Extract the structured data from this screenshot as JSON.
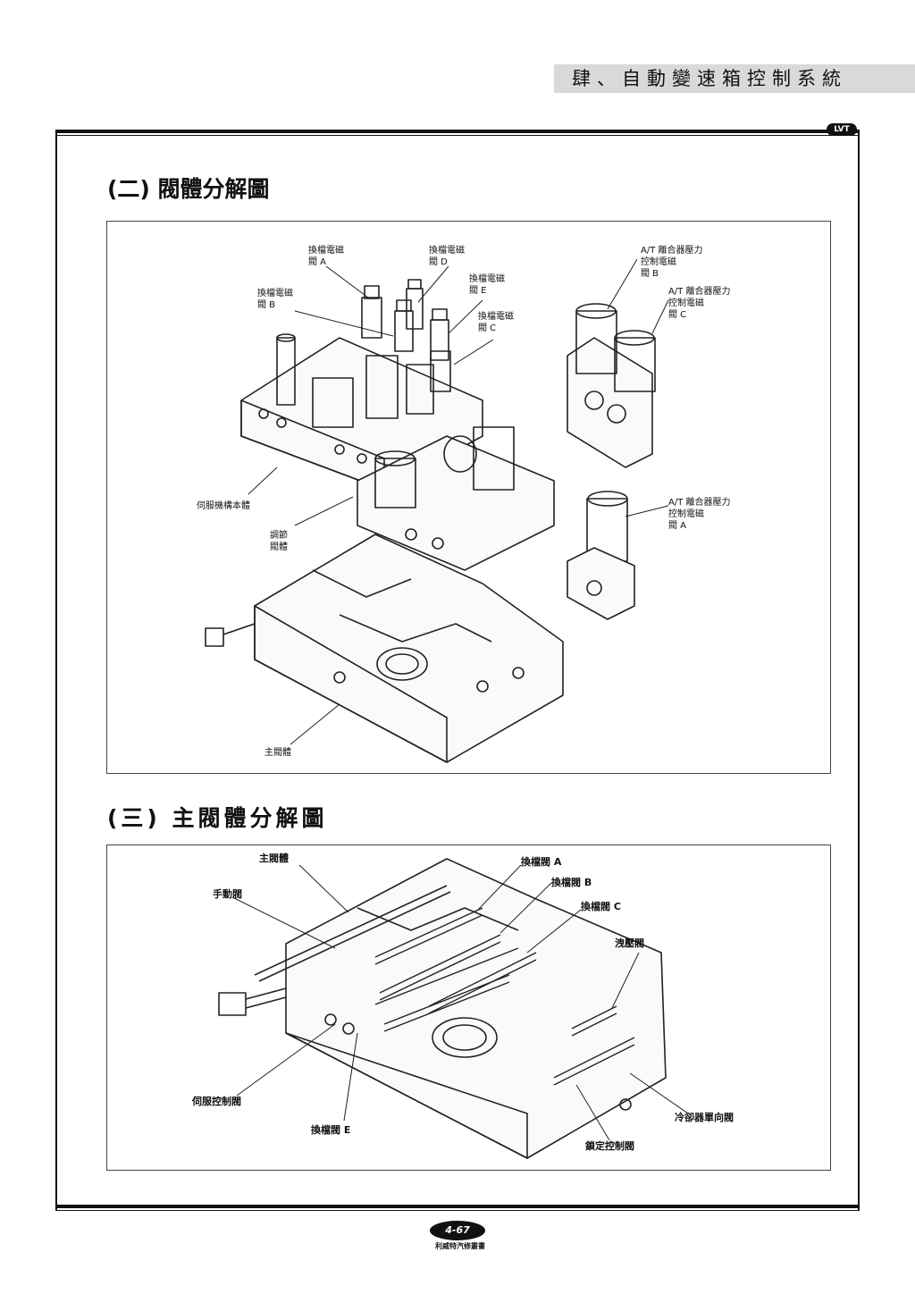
{
  "header": {
    "chapter_title": "肆、自動變速箱控制系統",
    "badge": "LVT"
  },
  "section1": {
    "title": "(二)  閥體分解圖",
    "labels": {
      "shift_a": "換檔電磁\n閥 A",
      "shift_d": "換檔電磁\n閥 D",
      "shift_e": "換檔電磁\n閥 E",
      "shift_b": "換檔電磁\n閥 B",
      "shift_c": "換檔電磁\n閥 C",
      "at_b": "A/T 離合器壓力\n控制電磁\n閥 B",
      "at_c": "A/T 離合器壓力\n控制電磁\n閥 C",
      "at_a": "A/T 離合器壓力\n控制電磁\n閥 A",
      "servo_body": "伺服機構本體",
      "regulator": "調節\n閥體",
      "main_body": "主閥體"
    }
  },
  "section2": {
    "title": "(三) 主閥體分解圖",
    "labels": {
      "main_body": "主閥體",
      "manual": "手動閥",
      "shift_a": "換檔閥 A",
      "shift_b": "換檔閥 B",
      "shift_c": "換檔閥 C",
      "relief": "洩壓閥",
      "servo_ctrl": "伺服控制閥",
      "shift_e": "換檔閥 E",
      "cooler": "冷卻器單向閥",
      "lock_ctrl": "鎖定控制閥"
    }
  },
  "footer": {
    "page_number": "4-67",
    "publisher": "利威特汽修叢書"
  }
}
